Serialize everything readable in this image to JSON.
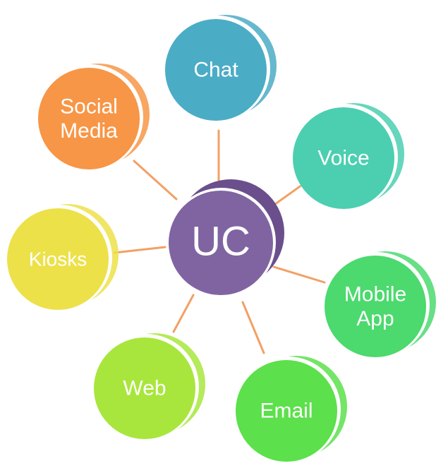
{
  "center": {
    "label": "UC",
    "color": "#8064a2"
  },
  "nodes": [
    {
      "id": "chat",
      "lines": [
        "Chat"
      ],
      "color": "#4bacc6",
      "icon": "circle-node"
    },
    {
      "id": "voice",
      "lines": [
        "Voice"
      ],
      "color": "#4bcfb0",
      "icon": "circle-node"
    },
    {
      "id": "mobile-app",
      "lines": [
        "Mobile",
        "App"
      ],
      "color": "#4cd96e",
      "icon": "circle-node"
    },
    {
      "id": "email",
      "lines": [
        "Email"
      ],
      "color": "#5ce04b",
      "icon": "circle-node"
    },
    {
      "id": "web",
      "lines": [
        "Web"
      ],
      "color": "#a8e63d",
      "icon": "circle-node"
    },
    {
      "id": "kiosks",
      "lines": [
        "Kiosks"
      ],
      "color": "#ede14a",
      "icon": "circle-node"
    },
    {
      "id": "social-media",
      "lines": [
        "Social",
        "Media"
      ],
      "color": "#f79646",
      "icon": "circle-node"
    }
  ],
  "connector_color": "#f2a065"
}
